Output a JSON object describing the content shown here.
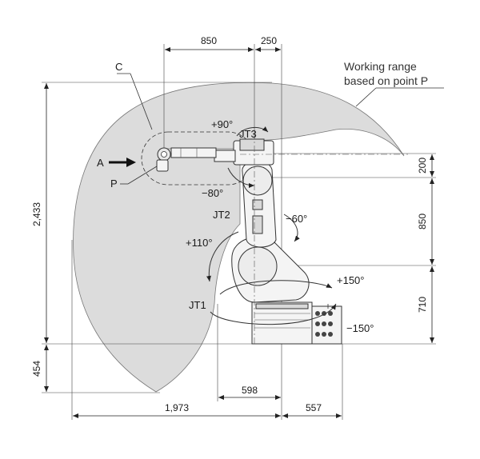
{
  "diagram": {
    "colors": {
      "range_fill": "#dcdcdc",
      "line": "#222222",
      "robot_body": "#f4f4f4"
    },
    "working_range_label": {
      "line1": "Working range",
      "line2": "based on point P"
    },
    "dimensions": {
      "top_reach": "850",
      "top_offset": "250",
      "total_height": "2,433",
      "below_base": "454",
      "arm_offset": "200",
      "shoulder_height": "850",
      "base_height": "710",
      "inner_reach": "598",
      "back_reach": "1,973",
      "front_reach": "557"
    },
    "points": {
      "a": "A",
      "c": "C",
      "p": "P"
    },
    "joints": {
      "jt1": {
        "name": "JT1",
        "plus": "+150°",
        "minus": "−150°"
      },
      "jt2": {
        "name": "JT2",
        "plus": "+110°",
        "minus": "−60°"
      },
      "jt3": {
        "name": "JT3",
        "plus": "+90°",
        "minus": "−80°"
      }
    }
  }
}
